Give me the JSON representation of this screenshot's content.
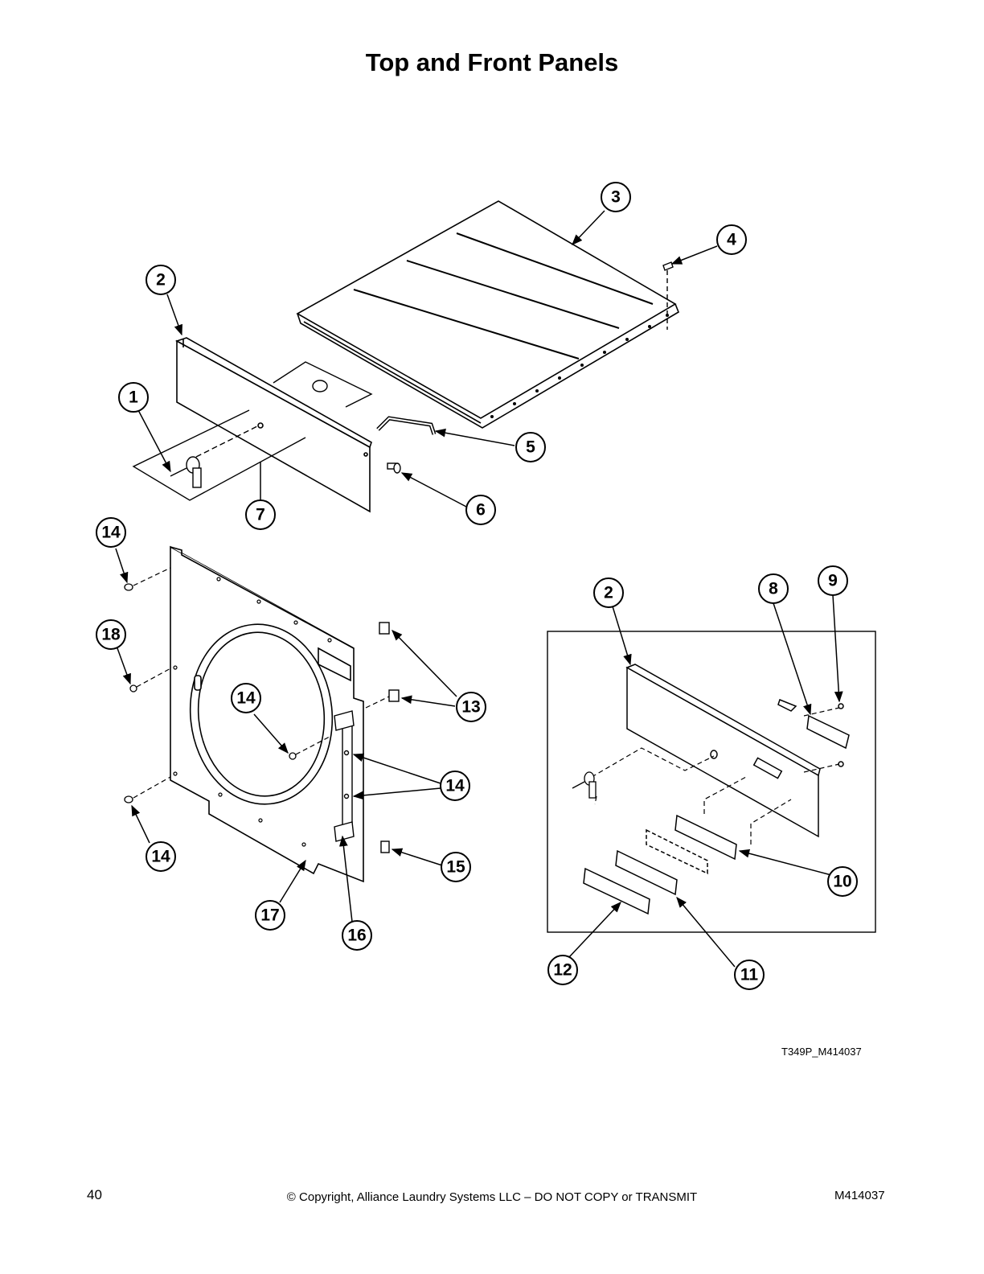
{
  "page": {
    "title": "Top and Front Panels",
    "drawing_code": "T349P_M414037",
    "page_number": "40",
    "copyright": "© Copyright, Alliance Laundry Systems LLC – DO NOT COPY or TRANSMIT",
    "document_number": "M414037"
  },
  "callouts": [
    {
      "id": "c1",
      "label": "1"
    },
    {
      "id": "c2a",
      "label": "2"
    },
    {
      "id": "c3",
      "label": "3"
    },
    {
      "id": "c4",
      "label": "4"
    },
    {
      "id": "c5",
      "label": "5"
    },
    {
      "id": "c6",
      "label": "6"
    },
    {
      "id": "c7",
      "label": "7"
    },
    {
      "id": "c14a",
      "label": "14"
    },
    {
      "id": "c18",
      "label": "18"
    },
    {
      "id": "c14b",
      "label": "14"
    },
    {
      "id": "c13",
      "label": "13"
    },
    {
      "id": "c14c",
      "label": "14"
    },
    {
      "id": "c14d",
      "label": "14"
    },
    {
      "id": "c15",
      "label": "15"
    },
    {
      "id": "c17",
      "label": "17"
    },
    {
      "id": "c16",
      "label": "16"
    },
    {
      "id": "c2b",
      "label": "2"
    },
    {
      "id": "c8",
      "label": "8"
    },
    {
      "id": "c9",
      "label": "9"
    },
    {
      "id": "c10",
      "label": "10"
    },
    {
      "id": "c11",
      "label": "11"
    },
    {
      "id": "c12",
      "label": "12"
    }
  ]
}
